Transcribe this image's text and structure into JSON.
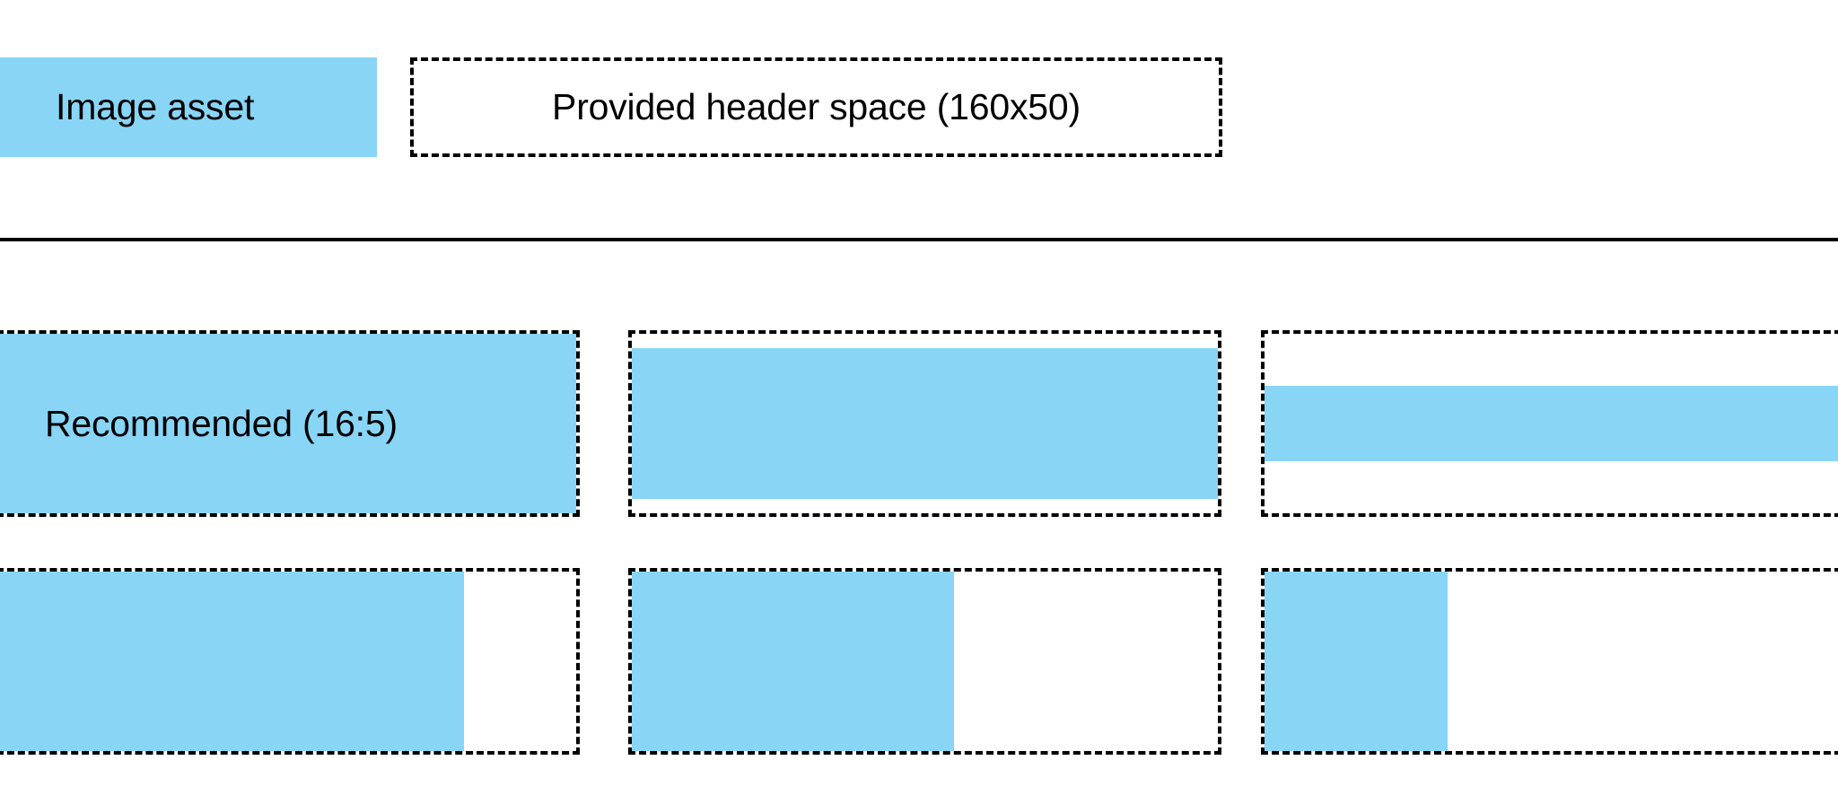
{
  "legend": {
    "asset_swatch": {
      "label": "Image asset",
      "color": "#88d5f6",
      "style": "solid-fill"
    },
    "space_outline": {
      "label": "Provided header space (160x50)",
      "color": "#000000",
      "style": "dashed-outline"
    }
  },
  "divider": {
    "color": "#000000"
  },
  "grid": {
    "rows": [
      {
        "name": "row-aspect-examples",
        "cells": [
          {
            "name": "recommended-ratio",
            "label": "Recommended (16:5)",
            "fill": "full",
            "fill_color": "#88d5f6",
            "outline": "dashed"
          },
          {
            "name": "tall-asset-letterboxed",
            "label": "",
            "fill": "band-large",
            "fill_color": "#88d5f6",
            "outline": "dashed"
          },
          {
            "name": "short-asset-letterboxed",
            "label": "",
            "fill": "band-small",
            "fill_color": "#88d5f6",
            "outline": "dashed"
          }
        ]
      },
      {
        "name": "row-width-examples",
        "cells": [
          {
            "name": "asset-width-wide",
            "label": "",
            "fill": "width-80",
            "fill_color": "#88d5f6",
            "outline": "dashed"
          },
          {
            "name": "asset-width-medium",
            "label": "",
            "fill": "width-55",
            "fill_color": "#88d5f6",
            "outline": "dashed"
          },
          {
            "name": "asset-width-narrow",
            "label": "",
            "fill": "width-32",
            "fill_color": "#88d5f6",
            "outline": "dashed"
          }
        ]
      }
    ]
  }
}
